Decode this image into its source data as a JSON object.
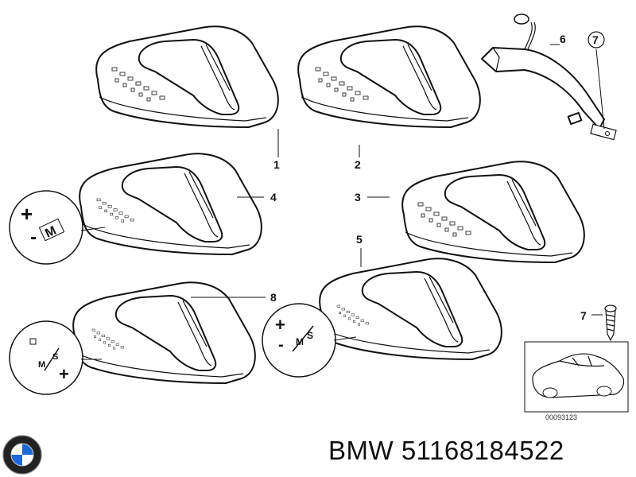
{
  "callouts": {
    "c1": "1",
    "c2": "2",
    "c3": "3",
    "c4": "4",
    "c5": "5",
    "c6": "6",
    "c7_top": "7",
    "c7_screw": "7",
    "c8": "8"
  },
  "inset": {
    "drawing_number": "00093123"
  },
  "symbols": {
    "plus": "+",
    "minus": "-",
    "manual": "M",
    "sport": "S"
  },
  "footer": {
    "part_number_text": "BMW 51168184522"
  },
  "icons": {
    "brand_logo": "bmw-roundel-icon",
    "car_thumbnail": "car-outline-icon"
  },
  "colors": {
    "line": "#111111",
    "background": "#ffffff",
    "logo_blue": "#1c69d4"
  }
}
